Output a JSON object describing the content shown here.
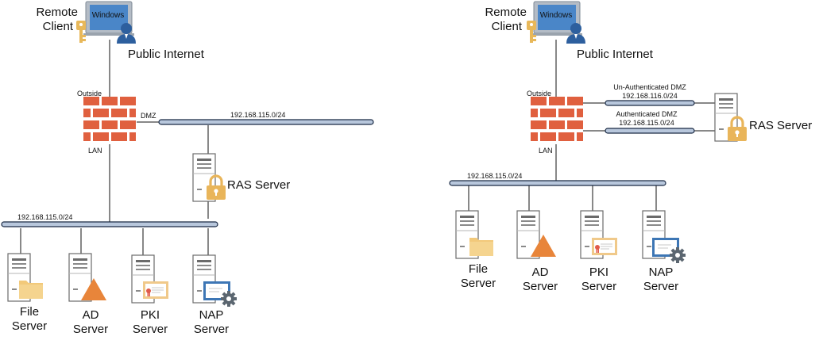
{
  "left": {
    "client": {
      "name_line1": "Remote",
      "name_line2": "Client",
      "laptop_label": "Windows",
      "network_label": "Public Internet"
    },
    "firewall": {
      "outside_label": "Outside",
      "dmz_label": "DMZ",
      "lan_label": "LAN"
    },
    "dmz_network": {
      "subnet": "192.168.115.0/24"
    },
    "ras_server": {
      "label": "RAS Server"
    },
    "lan_network": {
      "subnet": "192.168.115.0/24"
    },
    "servers": [
      {
        "line1": "File",
        "line2": "Server",
        "icon": "folder-icon"
      },
      {
        "line1": "AD",
        "line2": "Server",
        "icon": "triangle-icon"
      },
      {
        "line1": "PKI",
        "line2": "Server",
        "icon": "certificate-icon"
      },
      {
        "line1": "NAP",
        "line2": "Server",
        "icon": "gear-icon"
      }
    ]
  },
  "right": {
    "client": {
      "name_line1": "Remote",
      "name_line2": "Client",
      "laptop_label": "Windows",
      "network_label": "Public Internet"
    },
    "firewall": {
      "outside_label": "Outside",
      "lan_label": "LAN"
    },
    "unauth_dmz": {
      "title": "Un-Authenticated DMZ",
      "subnet": "192.168.116.0/24"
    },
    "auth_dmz": {
      "title": "Authenticated DMZ",
      "subnet": "192.168.115.0/24"
    },
    "ras_server": {
      "label": "RAS Server"
    },
    "lan_network": {
      "subnet": "192.168.115.0/24"
    },
    "servers": [
      {
        "line1": "File",
        "line2": "Server",
        "icon": "folder-icon"
      },
      {
        "line1": "AD",
        "line2": "Server",
        "icon": "triangle-icon"
      },
      {
        "line1": "PKI",
        "line2": "Server",
        "icon": "certificate-icon"
      },
      {
        "line1": "NAP",
        "line2": "Server",
        "icon": "gear-icon"
      }
    ]
  },
  "colors": {
    "brick": "#e0603f",
    "mortar": "#ffffff",
    "pipe_fill": "#b8c7dc",
    "pipe_stroke": "#1a2a44",
    "laptop_screen": "#4a86c8",
    "user_blue": "#2d5f9e",
    "key_gold": "#e8b85a",
    "lock_gold": "#e9b55a",
    "folder": "#f2c97a",
    "ad_triangle": "#e8853a",
    "cert_frame": "#f0c98a",
    "nap_frame": "#3d76b5",
    "gear": "#5b6670"
  }
}
